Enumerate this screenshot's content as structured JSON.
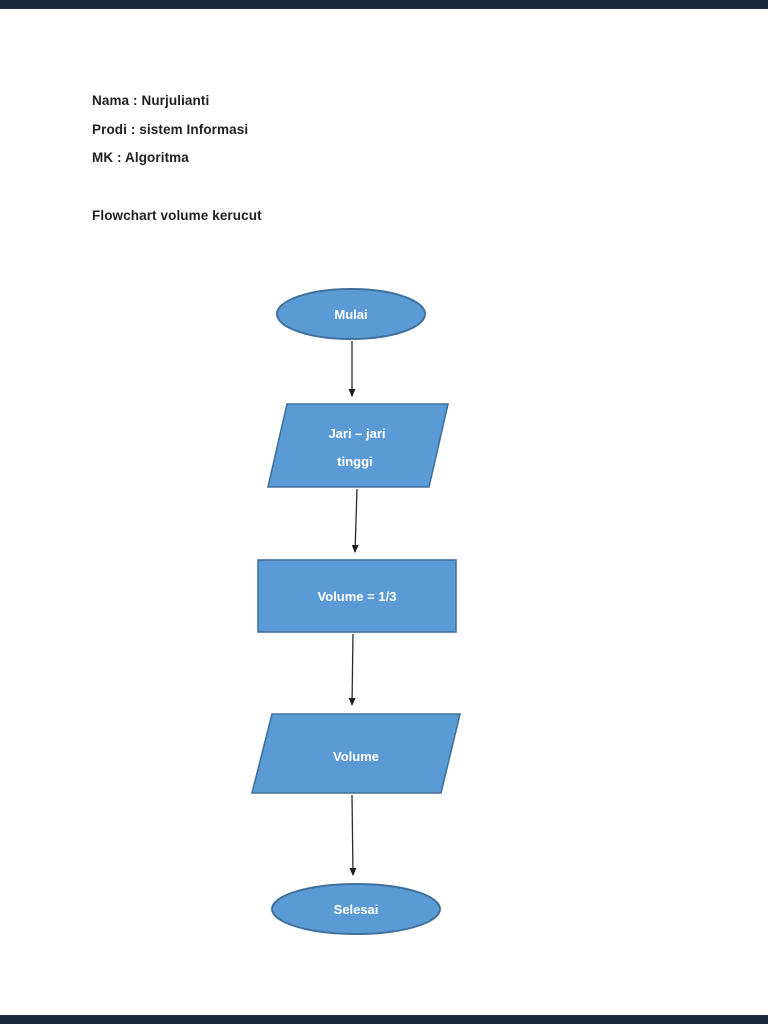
{
  "page": {
    "background": "#ffffff",
    "frame_color": "#1b2a3a"
  },
  "header": {
    "name_line": "Nama : Nurjulianti",
    "prodi_line": "Prodi : sistem Informasi",
    "mk_line": "MK : Algoritma",
    "title": "Flowchart volume kerucut"
  },
  "flowchart": {
    "shape_fill": "#5b9bd5",
    "shape_border": "#41719c",
    "arrow_color": "#2b2b2b",
    "label_color": "#ffffff",
    "nodes": {
      "start": {
        "type": "ellipse",
        "label": "Mulai"
      },
      "input": {
        "type": "parallelogram",
        "label_line1": "Jari – jari",
        "label_line2": "tinggi"
      },
      "process": {
        "type": "rectangle",
        "label": "Volume = 1/3"
      },
      "output": {
        "type": "parallelogram",
        "label": "Volume"
      },
      "end": {
        "type": "ellipse",
        "label": "Selesai"
      }
    }
  }
}
